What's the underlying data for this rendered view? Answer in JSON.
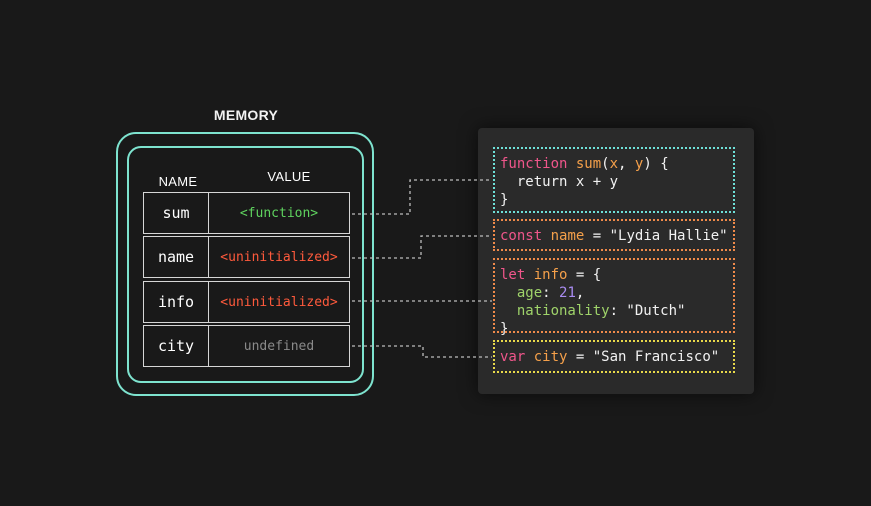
{
  "memory": {
    "title": "MEMORY",
    "headers": {
      "name": "NAME",
      "value": "VALUE"
    },
    "rows": [
      {
        "name": "sum",
        "value": "<function>",
        "value_color": "#5fd35f"
      },
      {
        "name": "name",
        "value": "<uninitialized>",
        "value_color": "#ff5a3c"
      },
      {
        "name": "info",
        "value": "<uninitialized>",
        "value_color": "#ff5a3c"
      },
      {
        "name": "city",
        "value": "undefined",
        "value_color": "#8a8a8a"
      }
    ]
  },
  "code": {
    "sum": {
      "kw": "function",
      "fname": "sum",
      "open": "(",
      "p1": "x",
      "comma": ", ",
      "p2": "y",
      "close": ") {",
      "line2": "  return x + y",
      "line3": "}",
      "border_color": "#6ee0d8"
    },
    "name": {
      "kw": "const",
      "ident": "name",
      "rest": " = \"Lydia Hallie\"",
      "border_color": "#f08a4a"
    },
    "info": {
      "kw": "let",
      "ident": "info",
      "rest": " = {",
      "age_key": "age",
      "age_colon": ": ",
      "age_val": "21",
      "age_comma": ",",
      "nat_key": "nationality",
      "nat_rest": ": \"Dutch\"",
      "close": "}",
      "border_color": "#f08a4a"
    },
    "city": {
      "kw": "var",
      "ident": "city",
      "rest": " = \"San Francisco\"",
      "border_color": "#e8d94a"
    }
  },
  "colors": {
    "memory_border": "#7ee3cf",
    "connector": "#bdbdbd"
  }
}
